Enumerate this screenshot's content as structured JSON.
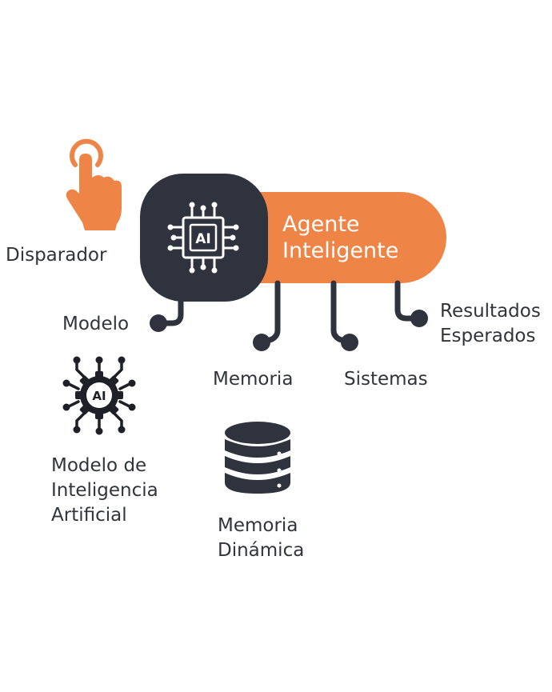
{
  "agent": {
    "line1": "Agente",
    "line2": "Inteligente",
    "chip_text": "AI"
  },
  "trigger": {
    "label": "Disparador",
    "icon": "pointing-hand-icon"
  },
  "connectors": [
    {
      "label": "Modelo"
    },
    {
      "label": "Memoria"
    },
    {
      "label": "Sistemas"
    },
    {
      "label_line1": "Resultados",
      "label_line2": "Esperados"
    }
  ],
  "model": {
    "line1": "Modelo de",
    "line2": "Inteligencia",
    "line3": "Artificial",
    "icon": "ai-network-gear-icon",
    "icon_text": "AI"
  },
  "memory": {
    "line1": "Memoria",
    "line2": "Dinámica",
    "icon": "database-icon"
  },
  "colors": {
    "orange": "#EE8446",
    "dark": "#2F333D",
    "text": "#30343B"
  }
}
